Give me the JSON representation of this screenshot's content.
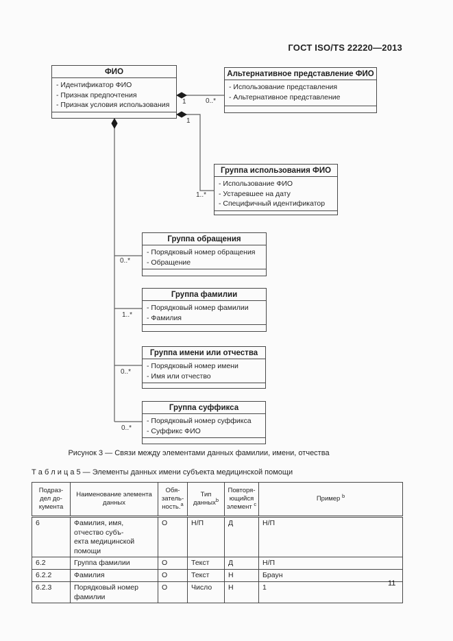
{
  "page": {
    "header": "ГОСТ ISO/TS 22220—2013",
    "page_number": "11"
  },
  "diagram": {
    "boxes": {
      "fio": {
        "title": "ФИО",
        "attrs": [
          "- Идентификатор ФИО",
          "- Признак предпочтения",
          "- Признак условия использования"
        ]
      },
      "alt": {
        "title": "Альтернативное представление ФИО",
        "attrs": [
          "- Использование представления",
          "- Альтернативное представление"
        ]
      },
      "usage": {
        "title": "Группа использования ФИО",
        "attrs": [
          "- Использование ФИО",
          "- Устаревшее на дату",
          "- Специфичный идентификатор"
        ]
      },
      "appeal": {
        "title": "Группа обращения",
        "attrs": [
          "- Порядковый номер обращения",
          "- Обращение"
        ]
      },
      "family": {
        "title": "Группа фамилии",
        "attrs": [
          "- Порядковый номер фамилии",
          "- Фамилия"
        ]
      },
      "given": {
        "title": "Группа имени или отчества",
        "attrs": [
          "- Порядковый номер имени",
          "- Имя или отчество"
        ]
      },
      "suffix": {
        "title": "Группа суффикса",
        "attrs": [
          "- Порядковый номер суффикса",
          "- Суффикс ФИО"
        ]
      }
    },
    "multiplicities": {
      "fio_alt_source": "1",
      "fio_alt_target": "0..*",
      "fio_usage_source": "1",
      "fio_usage_target": "1..*",
      "fio_appeal": "0..*",
      "fio_family": "1..*",
      "fio_given": "0..*",
      "fio_suffix": "0..*"
    },
    "caption": "Рисунок 3 — Связи между элементами данных фамилии, имени, отчества"
  },
  "table": {
    "title": "Т а б л и ц а  5 — Элементы данных имени субъекта медицинской помощи",
    "headers": [
      {
        "text": "Подраз-\nдел до-\nкумента",
        "sup": ""
      },
      {
        "text": "Наименование элемента\nданных",
        "sup": ""
      },
      {
        "text": "Обя-\nзатель-\nность.",
        "sup": "a"
      },
      {
        "text": "Тип\nданных",
        "sup": "b"
      },
      {
        "text": "Повторя-\nющийся\nэлемент ",
        "sup": "c"
      },
      {
        "text": "Пример ",
        "sup": "b"
      }
    ],
    "rows": [
      [
        "6",
        "Фамилия, имя, отчество субъ-\nекта медицинской помощи",
        "О",
        "Н/П",
        "Д",
        "Н/П"
      ],
      [
        "6.2",
        "Группа фамилии",
        "О",
        "Текст",
        "Д",
        "Н/П"
      ],
      [
        "6.2.2",
        "Фамилия",
        "О",
        "Текст",
        "Н",
        "Браун"
      ],
      [
        "6.2.3",
        "Порядковый номер фамилии",
        "О",
        "Число",
        "Н",
        "1"
      ]
    ]
  }
}
